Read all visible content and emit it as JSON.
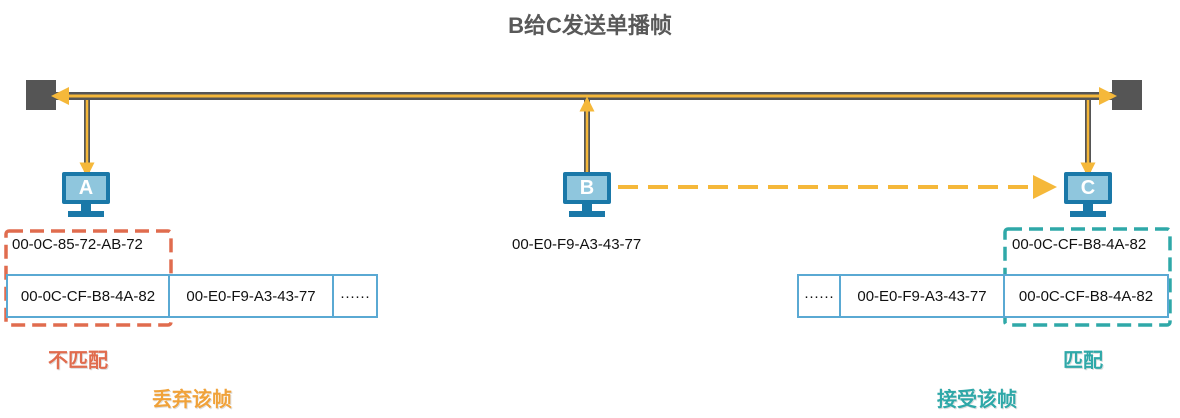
{
  "title": "B给C发送单播帧",
  "hosts": {
    "a": {
      "letter": "A",
      "mac": "00-0C-85-72-AB-72"
    },
    "b": {
      "letter": "B",
      "mac": "00-E0-F9-A3-43-77"
    },
    "c": {
      "letter": "C",
      "mac": "00-0C-CF-B8-4A-82"
    }
  },
  "frame_left": {
    "dest": "00-0C-CF-B8-4A-82",
    "src": "00-E0-F9-A3-43-77",
    "more": "······"
  },
  "frame_right": {
    "more": "······",
    "src": "00-E0-F9-A3-43-77",
    "dest": "00-0C-CF-B8-4A-82"
  },
  "labels": {
    "a_result": "不匹配",
    "a_action": "丢弃该帧",
    "c_result": "匹配",
    "c_action": "接受该帧"
  },
  "colors": {
    "bus": "#555555",
    "signal": "#f5b83a",
    "computer": "#8fc6dd",
    "mismatch": "#e06c4e",
    "match": "#2fa8a8",
    "frame_border": "#5aa9d3"
  }
}
